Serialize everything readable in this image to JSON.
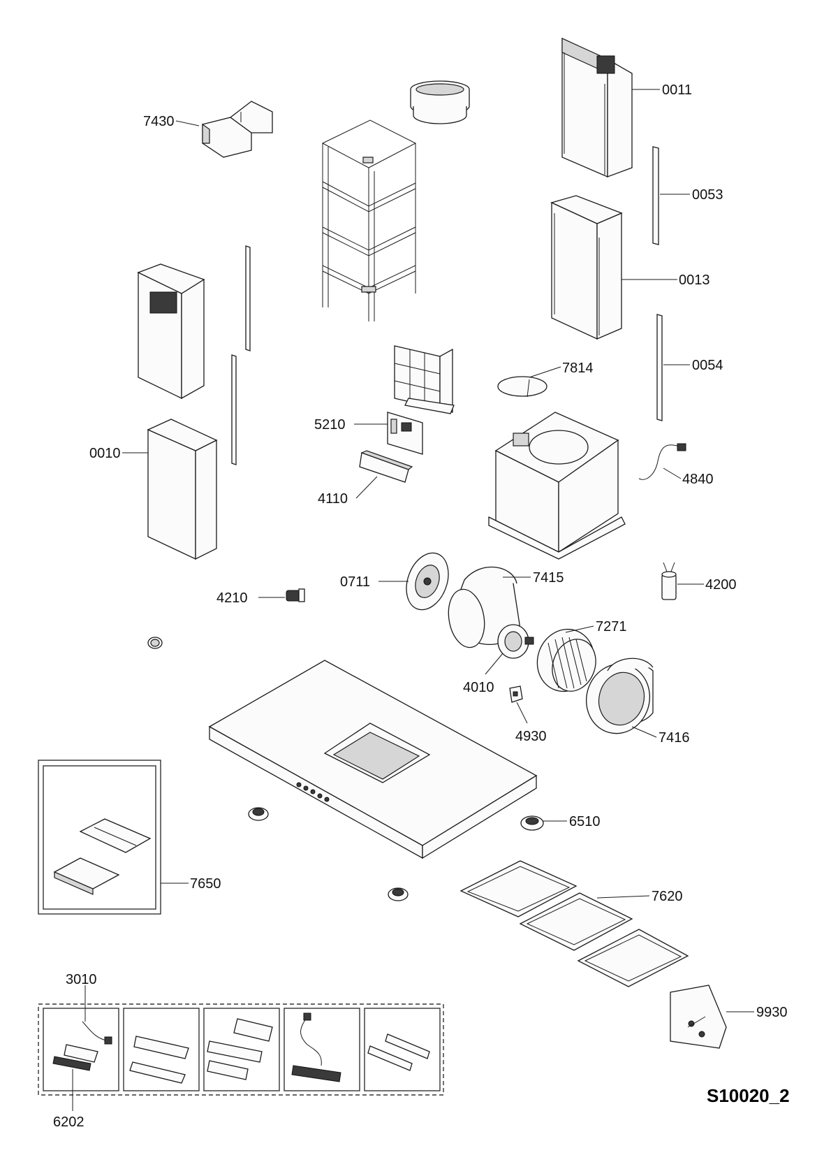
{
  "drawing_ref": "S10020_2",
  "labels": {
    "p0011": "0011",
    "p0053": "0053",
    "p0013": "0013",
    "p0054": "0054",
    "p7430": "7430",
    "p7814": "7814",
    "p5210": "5210",
    "p0010": "0010",
    "p4110": "4110",
    "p4840": "4840",
    "p0711": "0711",
    "p7415": "7415",
    "p4200": "4200",
    "p4210": "4210",
    "p7271": "7271",
    "p4010": "4010",
    "p4930": "4930",
    "p7416": "7416",
    "p6510": "6510",
    "p7650": "7650",
    "p7620": "7620",
    "p3010": "3010",
    "p9930": "9930",
    "p6202": "6202"
  }
}
